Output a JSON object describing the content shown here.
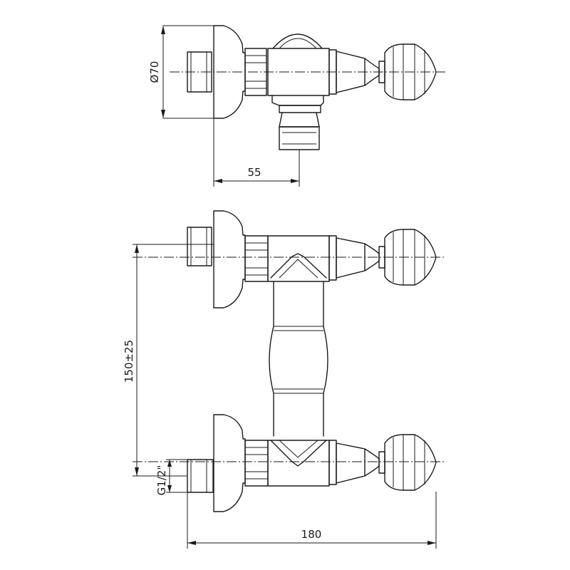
{
  "dimensions": {
    "top_diameter": "Ø70",
    "top_offset": "55",
    "front_height": "150±25",
    "front_thread": "G1/2\"",
    "front_width": "180"
  }
}
